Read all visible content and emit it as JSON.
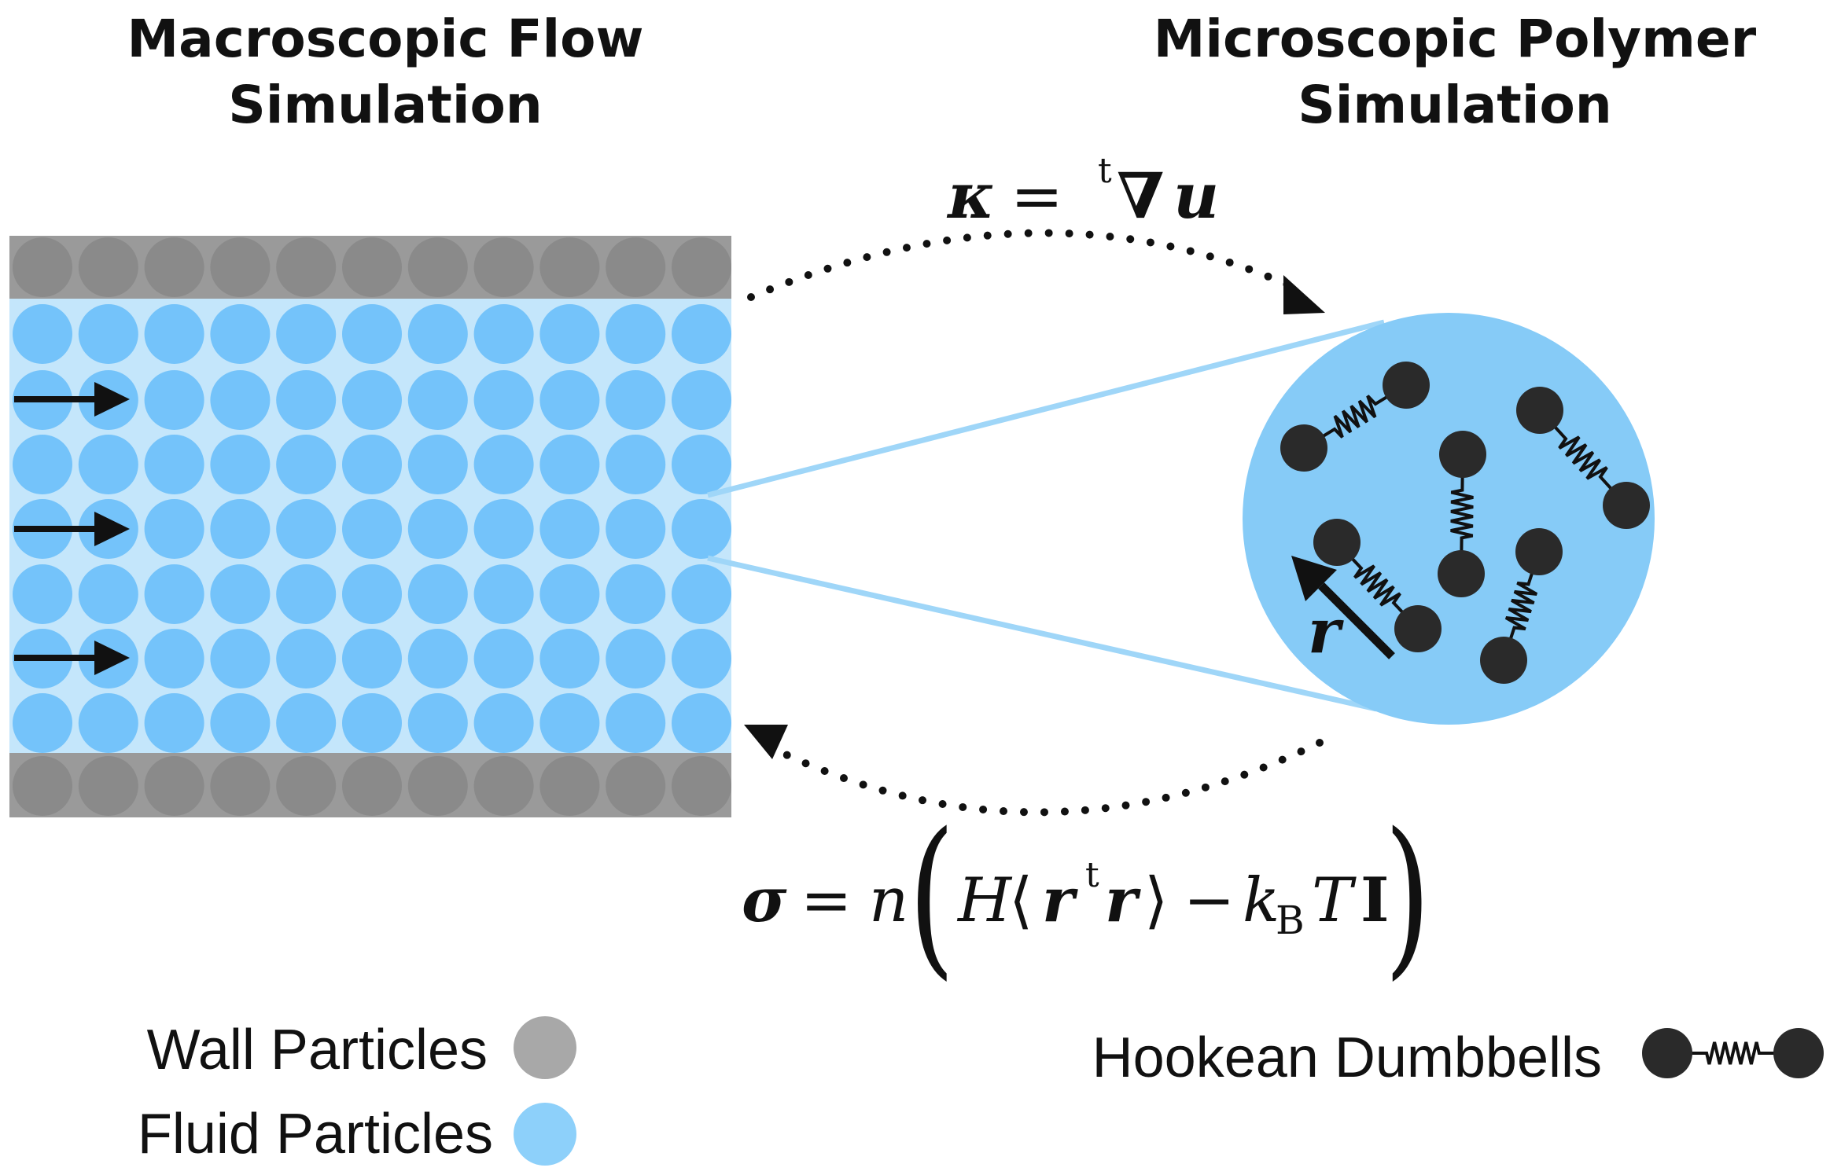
{
  "titles": {
    "left_line1": "Macroscopic Flow",
    "left_line2": "Simulation",
    "right_line1": "Microscopic Polymer",
    "right_line2": "Simulation"
  },
  "equations": {
    "top": {
      "kappa": "κ",
      "equals": "=",
      "sup_t": "t",
      "nabla": "∇",
      "u": "u"
    },
    "bottom": {
      "sigma": "σ",
      "equals": "=",
      "n": "n",
      "lparen": "(",
      "H": "H",
      "langle": "⟨",
      "r1": "r",
      "sup_t": "t",
      "r2": "r",
      "rangle": "⟩",
      "minus": "−",
      "k": "k",
      "sub_B": "B",
      "T": "T",
      "I": "I",
      "rparen": ")"
    }
  },
  "vector_label": "r",
  "legend": {
    "wall": "Wall Particles",
    "fluid": "Fluid Particles",
    "dumbbell": "Hookean Dumbbells"
  },
  "colors": {
    "wall": "#8a8a8a",
    "wall_band": "#9a9a9a",
    "fluid": "#74c3fa",
    "fluid_band": "#c4e6fb",
    "zoom_circle": "#86cbf7",
    "bead": "#2a2a2a",
    "legend_wall": "#a8a8a8",
    "legend_fluid": "#8dd0fa"
  }
}
